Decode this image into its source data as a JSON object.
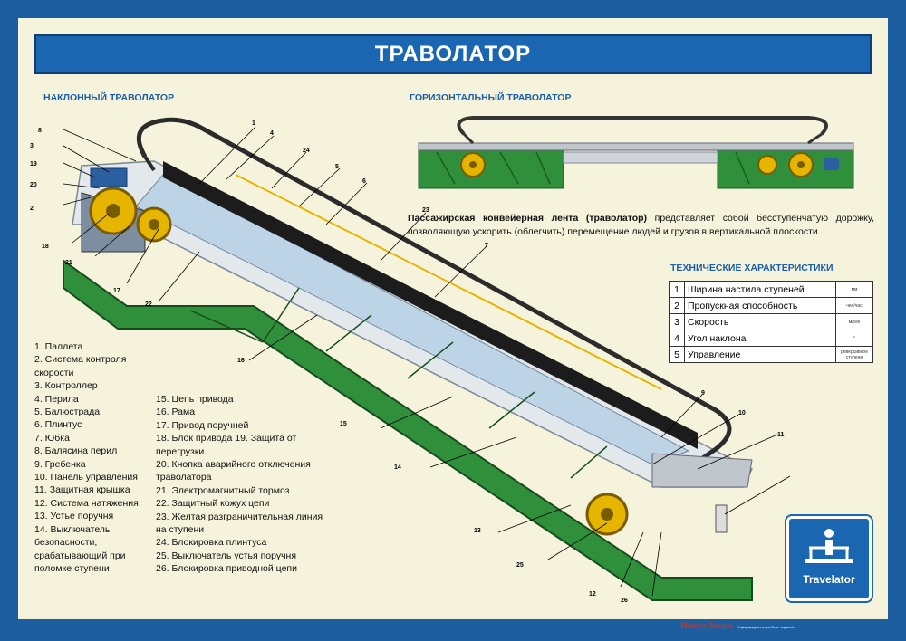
{
  "title": "ТРАВОЛАТОР",
  "sections": {
    "inclined": "НАКЛОННЫЙ ТРАВОЛАТОР",
    "horizontal": "ГОРИЗОНТАЛЬНЫЙ ТРАВОЛАТОР"
  },
  "description": {
    "bold": "Пассажирская конвейерная лента (траволатор)",
    "rest": " представляет собой бесступенчатую дорожку, позволяющую ускорить (облегчить) перемещение людей и грузов в вертикальной плоскости."
  },
  "specs": {
    "title": "ТЕХНИЧЕСКИЕ ХАРАКТЕРИСТИКИ",
    "rows": [
      {
        "n": "1",
        "label": "Ширина настила ступеней",
        "value": "мм"
      },
      {
        "n": "2",
        "label": "Пропускная способность",
        "value": "чел/час"
      },
      {
        "n": "3",
        "label": "Скорость",
        "value": "м/сек"
      },
      {
        "n": "4",
        "label": "Угол наклона",
        "value": "°"
      },
      {
        "n": "5",
        "label": "Управление",
        "value": "реверсивное ступени"
      }
    ]
  },
  "legend_left": [
    "1. Паллета",
    "2. Система контроля",
    "скорости",
    "3. Контроллер",
    "4. Перила",
    "5. Балюстрада",
    "6. Плинтус",
    "7. Юбка",
    "8. Балясина перил",
    "9. Гребенка",
    "10. Панель управления",
    "11. Защитная крышка",
    "12. Система натяжения",
    "13. Устье поручня",
    "14. Выключатель",
    "безопасности,",
    "срабатывающий при",
    "поломке ступени"
  ],
  "legend_right": [
    "15. Цепь привода",
    "16. Рама",
    "17. Привод поручней",
    "18. Блок привода 19. Защита от",
    "перегрузки",
    "20. Кнопка аварийного отключения",
    "траволатора",
    "21. Электромагнитный тормоз",
    "22. Защитный кожух цепи",
    "23. Желтая разграничительная линия",
    "на ступени",
    "24. Блокировка плинтуса",
    "25. Выключатель устья поручня",
    "26. Блокировка приводной цепи"
  ],
  "callouts": [
    "1",
    "2",
    "3",
    "4",
    "5",
    "6",
    "7",
    "8",
    "9",
    "10",
    "11",
    "12",
    "13",
    "14",
    "15",
    "16",
    "17",
    "18",
    "19",
    "20",
    "21",
    "22",
    "23",
    "24",
    "25",
    "26"
  ],
  "badge_label": "Travelator",
  "footer": {
    "brand": "History People",
    "fine": "Информационно-учебное издание"
  }
}
